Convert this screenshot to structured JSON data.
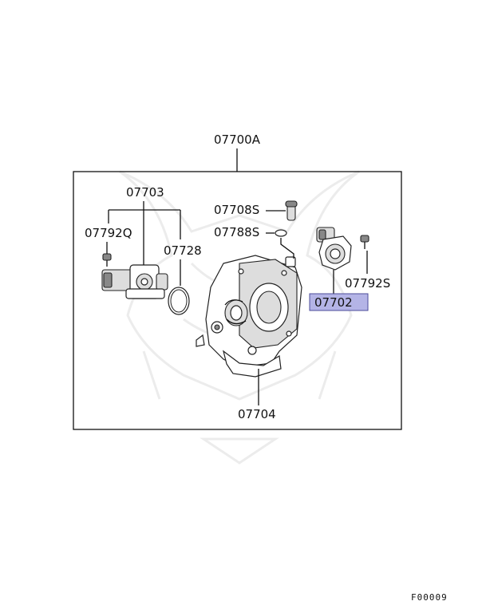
{
  "diagram": {
    "assembly_label": "07700A",
    "parts": [
      {
        "id": "p-07703",
        "label": "07703",
        "highlighted": false
      },
      {
        "id": "p-07792q",
        "label": "07792Q",
        "highlighted": false
      },
      {
        "id": "p-07728",
        "label": "07728",
        "highlighted": false
      },
      {
        "id": "p-07708s",
        "label": "07708S",
        "highlighted": false
      },
      {
        "id": "p-07788s",
        "label": "07788S",
        "highlighted": false
      },
      {
        "id": "p-07792s",
        "label": "07792S",
        "highlighted": false
      },
      {
        "id": "p-07702",
        "label": "07702",
        "highlighted": true
      },
      {
        "id": "p-07704",
        "label": "07704",
        "highlighted": false
      }
    ],
    "highlight_color": "#b4b4e6",
    "highlight_border": "#4b4b9a",
    "figure_code": "F00009"
  }
}
